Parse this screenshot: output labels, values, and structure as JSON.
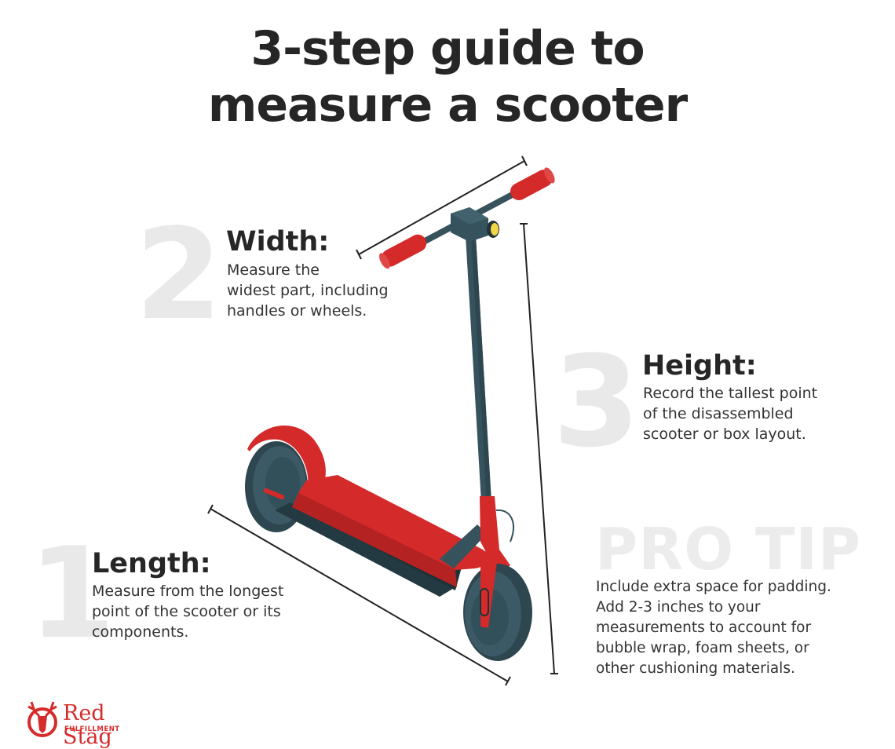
{
  "title": {
    "line1": "3-step guide to",
    "line2": "measure a scooter"
  },
  "steps": [
    {
      "number": "1",
      "heading": "Length:",
      "lines": [
        "Measure from the longest",
        "point of the scooter or its",
        "components."
      ]
    },
    {
      "number": "2",
      "heading": "Width:",
      "lines": [
        "Measure the",
        "widest part, including",
        "handles or wheels."
      ]
    },
    {
      "number": "3",
      "heading": "Height:",
      "lines": [
        "Record the tallest point",
        "of the disassembled",
        "scooter or box layout."
      ]
    }
  ],
  "pro_tip": {
    "heading": "PRO TIP",
    "lines": [
      "Include extra space for padding.",
      "Add 2-3 inches to your",
      "measurements to account for",
      "bubble wrap, foam sheets, or",
      "other cushioning materials."
    ]
  },
  "logo": {
    "name": "Red Stag",
    "sub": "FULFILLMENT",
    "icon": "stag-head-icon"
  },
  "colors": {
    "text": "#262626",
    "numeral": "#e9e9e9",
    "scooter_red": "#d42a2a",
    "scooter_slate": "#36525c",
    "scooter_dark": "#243a42",
    "light_yellow": "#f3d54a",
    "brand_red": "#d62b2b"
  }
}
